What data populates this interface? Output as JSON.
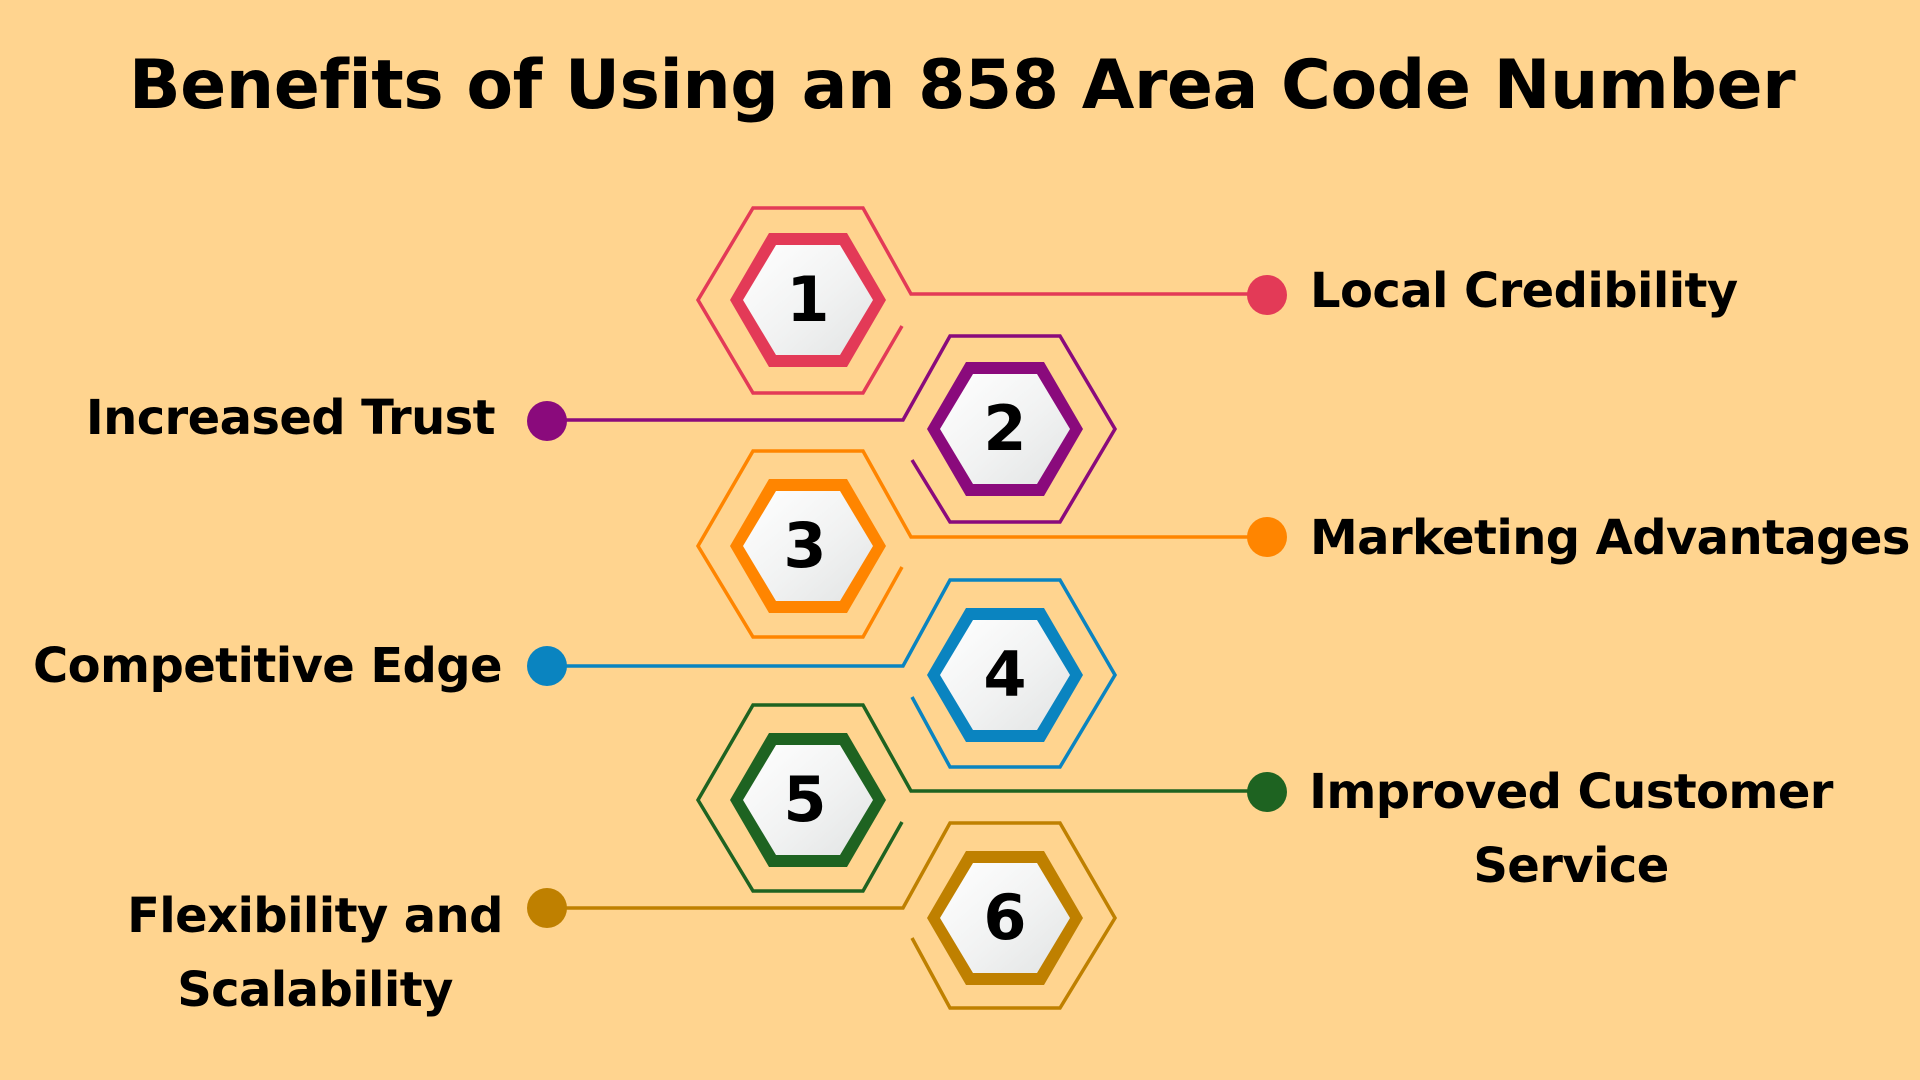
{
  "title": "Benefits of Using an 858 Area Code Number",
  "background_color": "#FFD48F",
  "items": [
    {
      "number": "1",
      "label": "Local Credibility",
      "side": "right",
      "color": "#E33A57"
    },
    {
      "number": "2",
      "label": "Increased Trust",
      "side": "left",
      "color": "#8A0A7C"
    },
    {
      "number": "3",
      "label": "Marketing Advantages",
      "side": "right",
      "color": "#FF8500"
    },
    {
      "number": "4",
      "label": "Competitive Edge",
      "side": "left",
      "color": "#0A84C0"
    },
    {
      "number": "5",
      "label_line1": "Improved Customer",
      "label_line2": "Service",
      "side": "right",
      "color": "#1E6321"
    },
    {
      "number": "6",
      "label_line1": "Flexibility and",
      "label_line2": "Scalability",
      "side": "left",
      "color": "#BF8000"
    }
  ]
}
